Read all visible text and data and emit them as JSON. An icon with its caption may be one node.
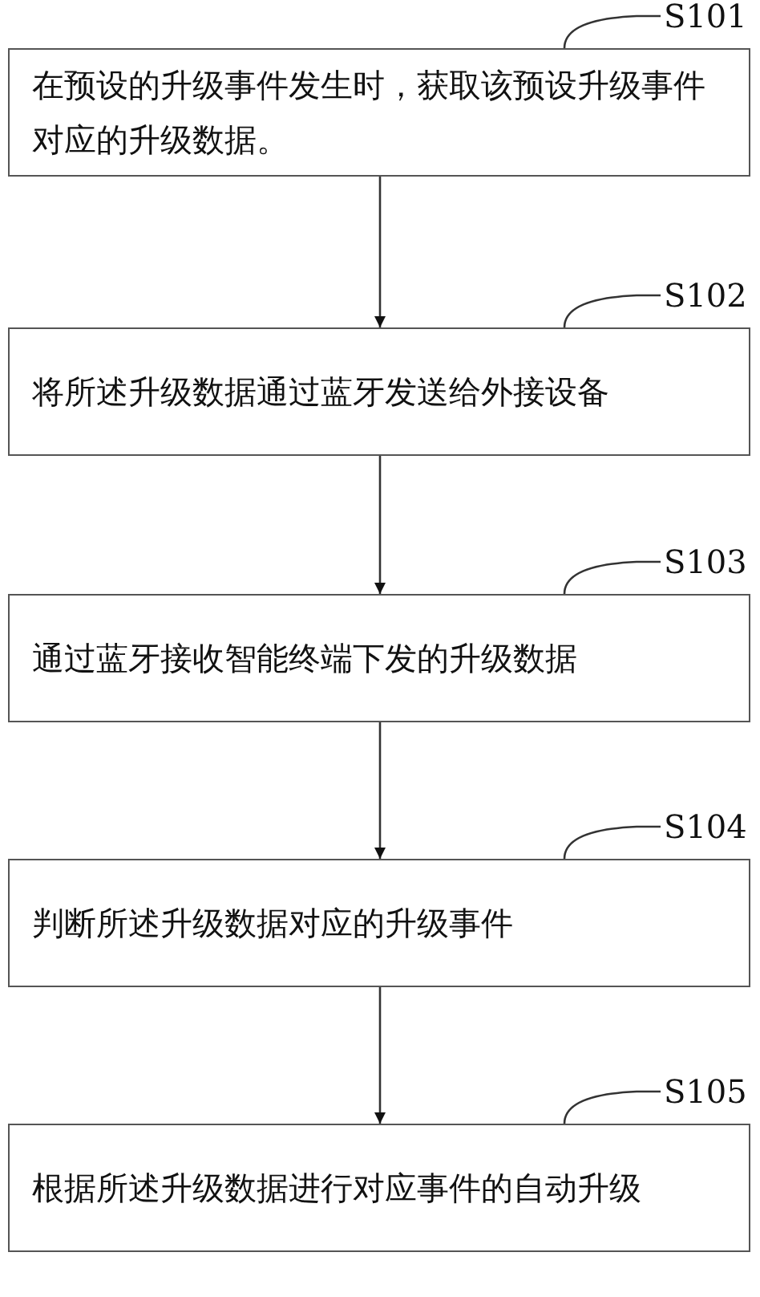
{
  "diagram": {
    "nodes": [
      {
        "text": [
          "S101"
        ]
      },
      {
        "text": [
          "在预设的升级事件发生时，获取该预设升级事件对应的升级数据。"
        ]
      },
      {
        "text": [
          "S102"
        ]
      },
      {
        "text": [
          "将所述升级数据通过蓝牙发送给外接设备"
        ]
      },
      {
        "text": [
          "S103"
        ]
      },
      {
        "text": [
          "通过蓝牙接收智能终端下发的升级数据"
        ]
      },
      {
        "text": [
          "S104"
        ]
      },
      {
        "text": [
          "判断所述升级数据对应的升级事件"
        ]
      },
      {
        "text": [
          "S105"
        ]
      },
      {
        "text": [
          "根据所述升级数据进行对应事件的自动升级"
        ]
      }
    ],
    "edges": [
      {
        "from": 0,
        "to": 1,
        "arrow": "none"
      },
      {
        "from": 1,
        "to": 3,
        "arrow": "to"
      },
      {
        "from": 2,
        "to": 3,
        "arrow": "none"
      },
      {
        "from": 3,
        "to": 5,
        "arrow": "to"
      },
      {
        "from": 4,
        "to": 5,
        "arrow": "none"
      },
      {
        "from": 5,
        "to": 7,
        "arrow": "to"
      },
      {
        "from": 6,
        "to": 7,
        "arrow": "none"
      },
      {
        "from": 7,
        "to": 9,
        "arrow": "to"
      },
      {
        "from": 8,
        "to": 9,
        "arrow": "none"
      }
    ]
  }
}
